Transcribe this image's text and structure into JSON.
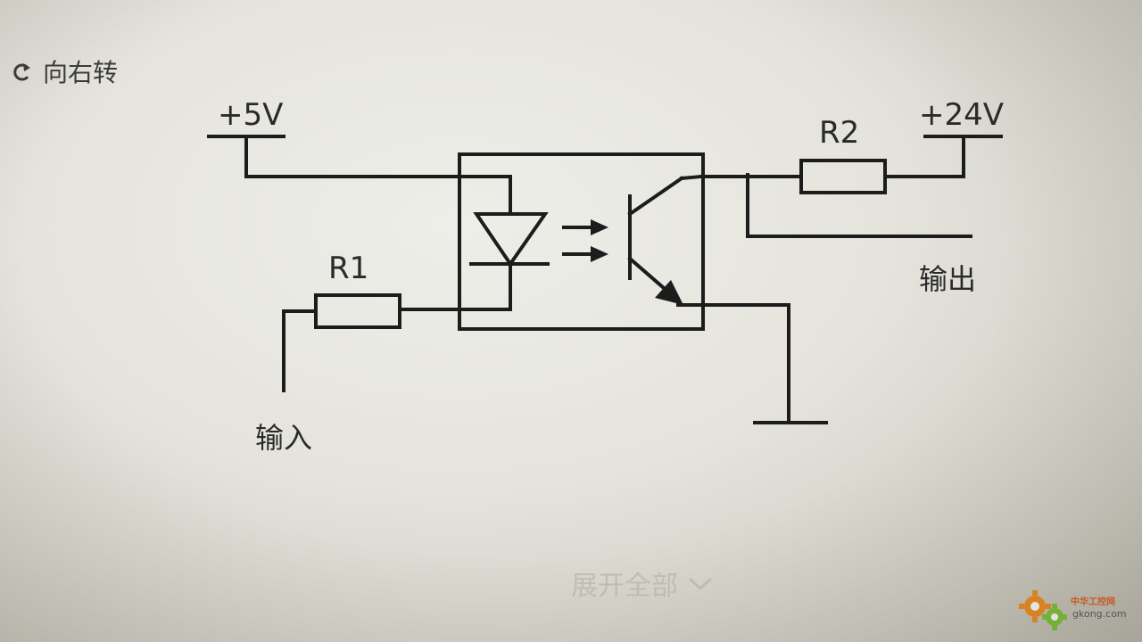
{
  "toolbar": {
    "rotate_label": "向右转",
    "rotate_icon": "rotate-right-icon"
  },
  "circuit": {
    "supply_5v": "+5V",
    "supply_24v": "+24V",
    "resistor_r1": "R1",
    "resistor_r2": "R2",
    "input_label": "输入",
    "output_label": "输出"
  },
  "footer": {
    "expand_label": "展开全部",
    "expand_icon": "chevron-down-icon"
  },
  "watermark": {
    "text_top": "中华工控网",
    "text_bottom": "gkong.com"
  },
  "colors": {
    "wire": "#1c1c1c",
    "label": "#2a2a2a",
    "expand_text": "#c2c0b8",
    "watermark_orange": "#f08a1c",
    "watermark_green": "#7cc234"
  }
}
